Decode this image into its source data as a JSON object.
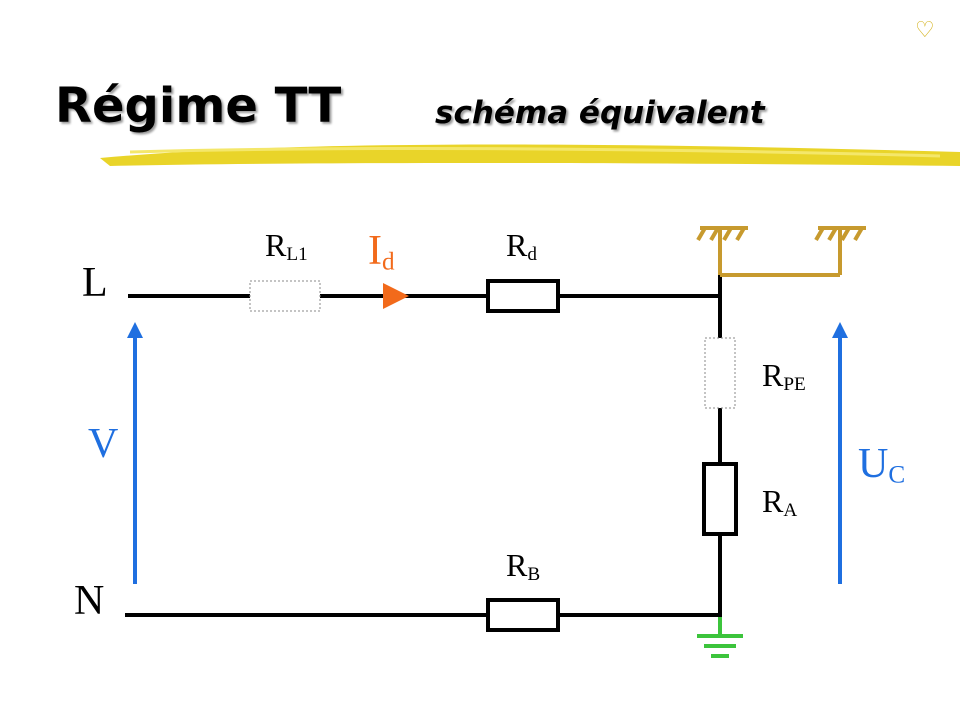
{
  "title": {
    "main": "Régime TT",
    "sub": "schéma équivalent"
  },
  "labels": {
    "line": "L",
    "neutral": "N",
    "voltage": "V",
    "rl1": {
      "base": "R",
      "sub": "L1"
    },
    "id": {
      "base": "I",
      "sub": "d"
    },
    "rd": {
      "base": "R",
      "sub": "d"
    },
    "rpe": {
      "base": "R",
      "sub": "PE"
    },
    "ra": {
      "base": "R",
      "sub": "A"
    },
    "rb": {
      "base": "R",
      "sub": "B"
    },
    "uc": {
      "base": "U",
      "sub": "C"
    }
  },
  "colors": {
    "wire": "#000000",
    "fault_current": "#f26a1b",
    "voltage_arrow": "#1f6fe0",
    "earth_ground": "#3cc43c",
    "exposed_parts": "#c79a2e",
    "title_stroke": "#e8d21e"
  },
  "icons": {
    "corner": "heart-outline-icon"
  }
}
